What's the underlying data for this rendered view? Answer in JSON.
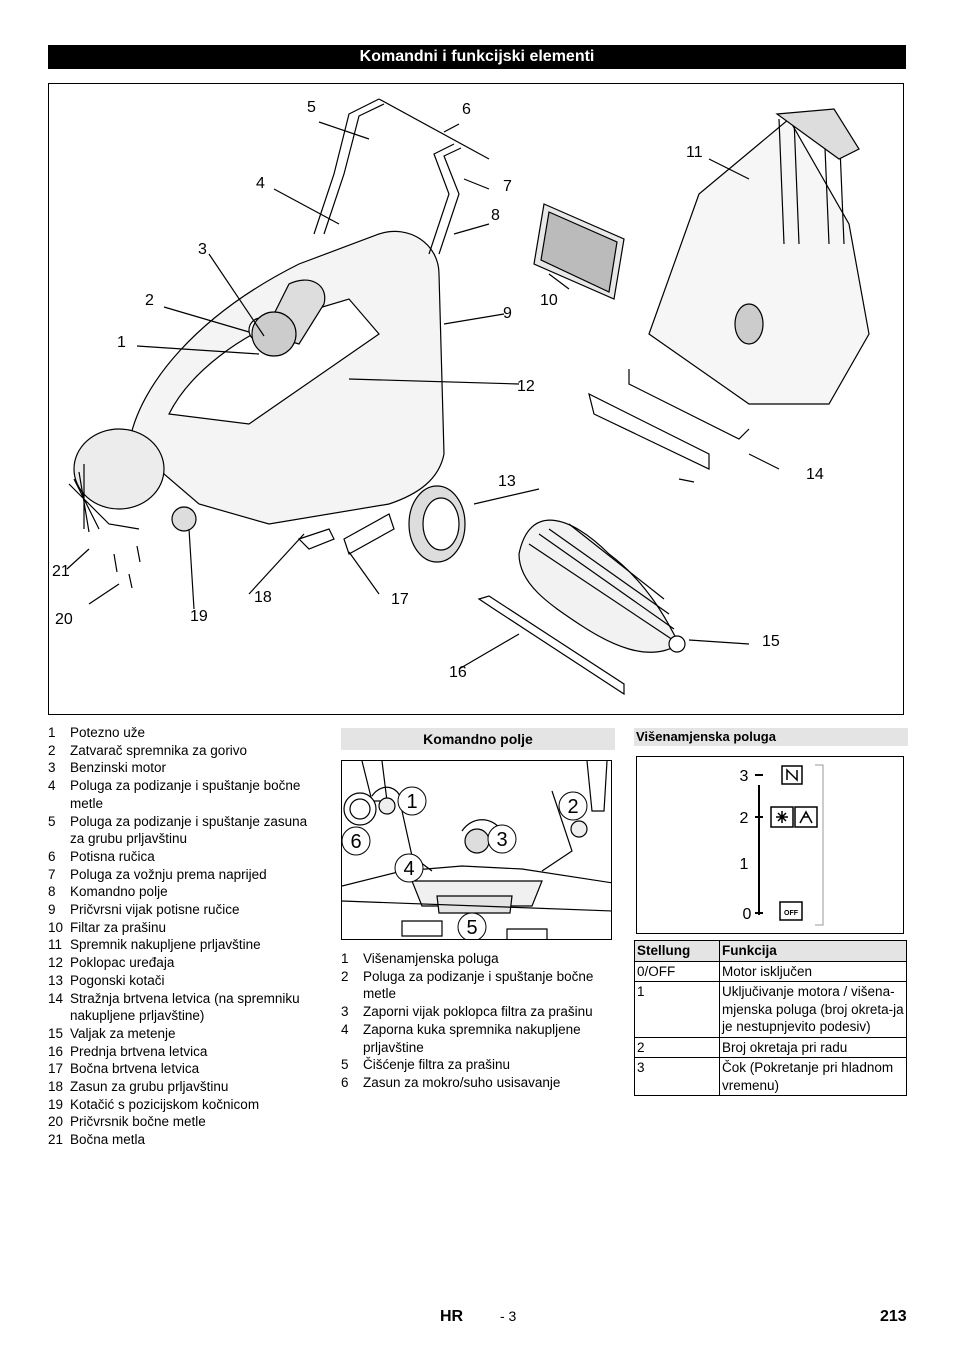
{
  "page_title": "Komandni i funkcijski elementi",
  "figure_callouts": [
    "1",
    "2",
    "3",
    "4",
    "5",
    "6",
    "7",
    "8",
    "9",
    "10",
    "11",
    "12",
    "13",
    "14",
    "15",
    "16",
    "17",
    "18",
    "19",
    "20",
    "21"
  ],
  "parts_list": [
    {
      "num": "1",
      "text": "Potezno uže"
    },
    {
      "num": "2",
      "text": "Zatvarač spremnika za gorivo"
    },
    {
      "num": "3",
      "text": "Benzinski motor"
    },
    {
      "num": "4",
      "text": "Poluga za podizanje i spuštanje bočne metle"
    },
    {
      "num": "5",
      "text": "Poluga za podizanje i spuštanje zasuna za grubu prljavštinu"
    },
    {
      "num": "6",
      "text": "Potisna ručica"
    },
    {
      "num": "7",
      "text": "Poluga za vožnju prema naprijed"
    },
    {
      "num": "8",
      "text": "Komandno polje"
    },
    {
      "num": "9",
      "text": "Pričvrsni vijak potisne ručice"
    },
    {
      "num": "10",
      "text": "Filtar za prašinu"
    },
    {
      "num": "11",
      "text": "Spremnik nakupljene prljavštine"
    },
    {
      "num": "12",
      "text": "Poklopac uređaja"
    },
    {
      "num": "13",
      "text": "Pogonski kotači"
    },
    {
      "num": "14",
      "text": "Stražnja brtvena letvica (na spremniku nakupljene prljavštine)"
    },
    {
      "num": "15",
      "text": "Valjak za metenje"
    },
    {
      "num": "16",
      "text": "Prednja brtvena letvica"
    },
    {
      "num": "17",
      "text": "Bočna brtvena letvica"
    },
    {
      "num": "18",
      "text": "Zasun za grubu prljavštinu"
    },
    {
      "num": "19",
      "text": "Kotačić s pozicijskom kočnicom"
    },
    {
      "num": "20",
      "text": "Pričvrsnik bočne metle"
    },
    {
      "num": "21",
      "text": "Bočna metla"
    }
  ],
  "control_panel": {
    "heading": "Komandno polje",
    "callouts": [
      "1",
      "2",
      "3",
      "4",
      "5",
      "6"
    ],
    "items": [
      {
        "num": "1",
        "text": "Višenamjenska poluga"
      },
      {
        "num": "2",
        "text": "Poluga za podizanje i spuštanje bočne metle"
      },
      {
        "num": "3",
        "text": "Zaporni vijak poklopca filtra za prašinu"
      },
      {
        "num": "4",
        "text": "Zaporna kuka spremnika nakupljene prljavštine"
      },
      {
        "num": "5",
        "text": "Čišćenje filtra za prašinu"
      },
      {
        "num": "6",
        "text": "Zasun za mokro/suho usisavanje"
      }
    ]
  },
  "multi_lever": {
    "heading": "Višenamjenska poluga",
    "positions": [
      "3",
      "2",
      "1",
      "0"
    ],
    "off_icon_text": "OFF",
    "table": {
      "headers": [
        "Stellung",
        "Funkcija"
      ],
      "rows": [
        [
          "0/OFF",
          "Motor isključen"
        ],
        [
          "1",
          "Uključivanje motora / višena-mjenska poluga (broj okreta-ja je nestupnjevito podesiv)"
        ],
        [
          "2",
          "Broj okretaja pri radu"
        ],
        [
          "3",
          "Čok (Pokretanje pri hladnom vremenu)"
        ]
      ]
    }
  },
  "footer": {
    "lang": "HR",
    "section": "- 3",
    "page": "213"
  }
}
